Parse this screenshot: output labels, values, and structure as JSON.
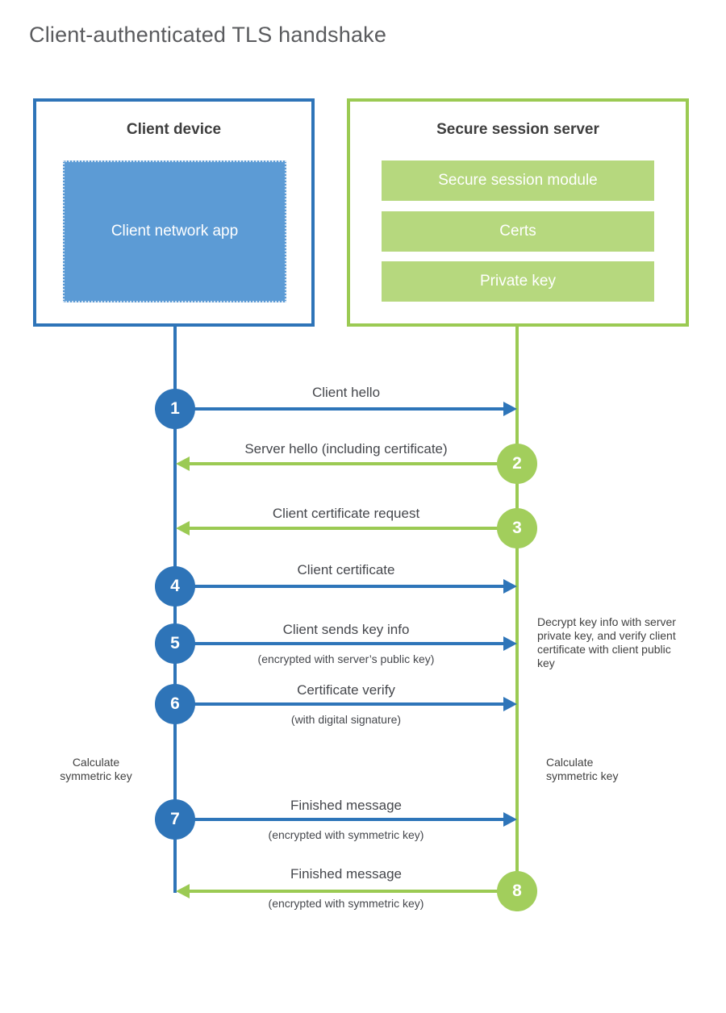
{
  "title": "Client-authenticated TLS handshake",
  "colors": {
    "blue_stroke": "#2e74b8",
    "blue_fill": "#5c9bd5",
    "green_stroke": "#9bca53",
    "green_circle": "#a2ce5c",
    "green_fill": "#b6d87e",
    "text_dark": "#3e3e3e",
    "label_gray": "#45474c"
  },
  "client": {
    "title": "Client device",
    "app_label": "Client network app"
  },
  "server": {
    "title": "Secure session server",
    "modules": [
      "Secure session module",
      "Certs",
      "Private key"
    ]
  },
  "messages": [
    {
      "num": "1",
      "label": "Client hello",
      "sub": "",
      "direction": "right",
      "from": "client"
    },
    {
      "num": "2",
      "label": "Server hello (including certificate)",
      "sub": "",
      "direction": "left",
      "from": "server"
    },
    {
      "num": "3",
      "label": "Client certificate request",
      "sub": "",
      "direction": "left",
      "from": "server"
    },
    {
      "num": "4",
      "label": "Client certificate",
      "sub": "",
      "direction": "right",
      "from": "client"
    },
    {
      "num": "5",
      "label": "Client sends key info",
      "sub": "(encrypted with server’s public key)",
      "direction": "right",
      "from": "client"
    },
    {
      "num": "6",
      "label": "Certificate verify",
      "sub": "(with digital signature)",
      "direction": "right",
      "from": "client"
    },
    {
      "num": "7",
      "label": "Finished message",
      "sub": "(encrypted with symmetric key)",
      "direction": "right",
      "from": "client"
    },
    {
      "num": "8",
      "label": "Finished message",
      "sub": "(encrypted with symmetric key)",
      "direction": "left",
      "from": "server"
    }
  ],
  "notes": {
    "decrypt": "Decrypt key info with server private key, and verify client certificate with client public key",
    "calc_left": "Calculate symmetric key",
    "calc_right": "Calculate symmetric key"
  }
}
